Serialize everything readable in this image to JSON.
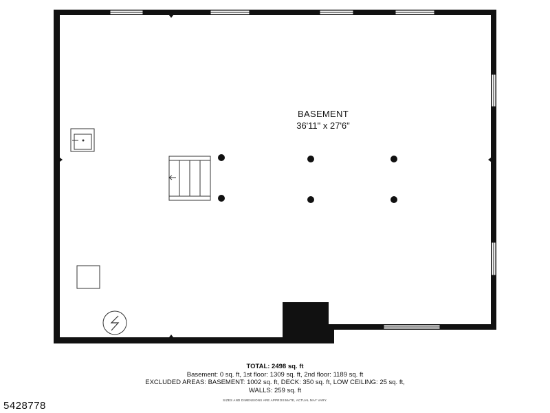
{
  "room": {
    "name": "BASEMENT",
    "dimensions": "36'11\" x 27'6\""
  },
  "icons": [
    "sink-icon",
    "stairs-icon",
    "support-post-icon",
    "utility-box-icon",
    "electrical-panel-icon",
    "window-icon"
  ],
  "colors": {
    "wall": "#111111",
    "background": "#ffffff",
    "window": "#ffffff"
  },
  "summary": {
    "total": "TOTAL: 2498 sq. ft",
    "floors": "Basement: 0 sq. ft, 1st floor: 1309 sq. ft, 2nd floor: 1189 sq. ft",
    "excluded": "EXCLUDED AREAS: BASEMENT: 1002 sq. ft, DECK: 350 sq. ft, LOW CEILING: 25 sq. ft,",
    "walls": "WALLS: 259 sq. ft",
    "disclaimer": "SIZES AND DIMENSIONS ARE APPROXIMATE, ACTUAL MAY VARY."
  },
  "listing_id": "5428778"
}
